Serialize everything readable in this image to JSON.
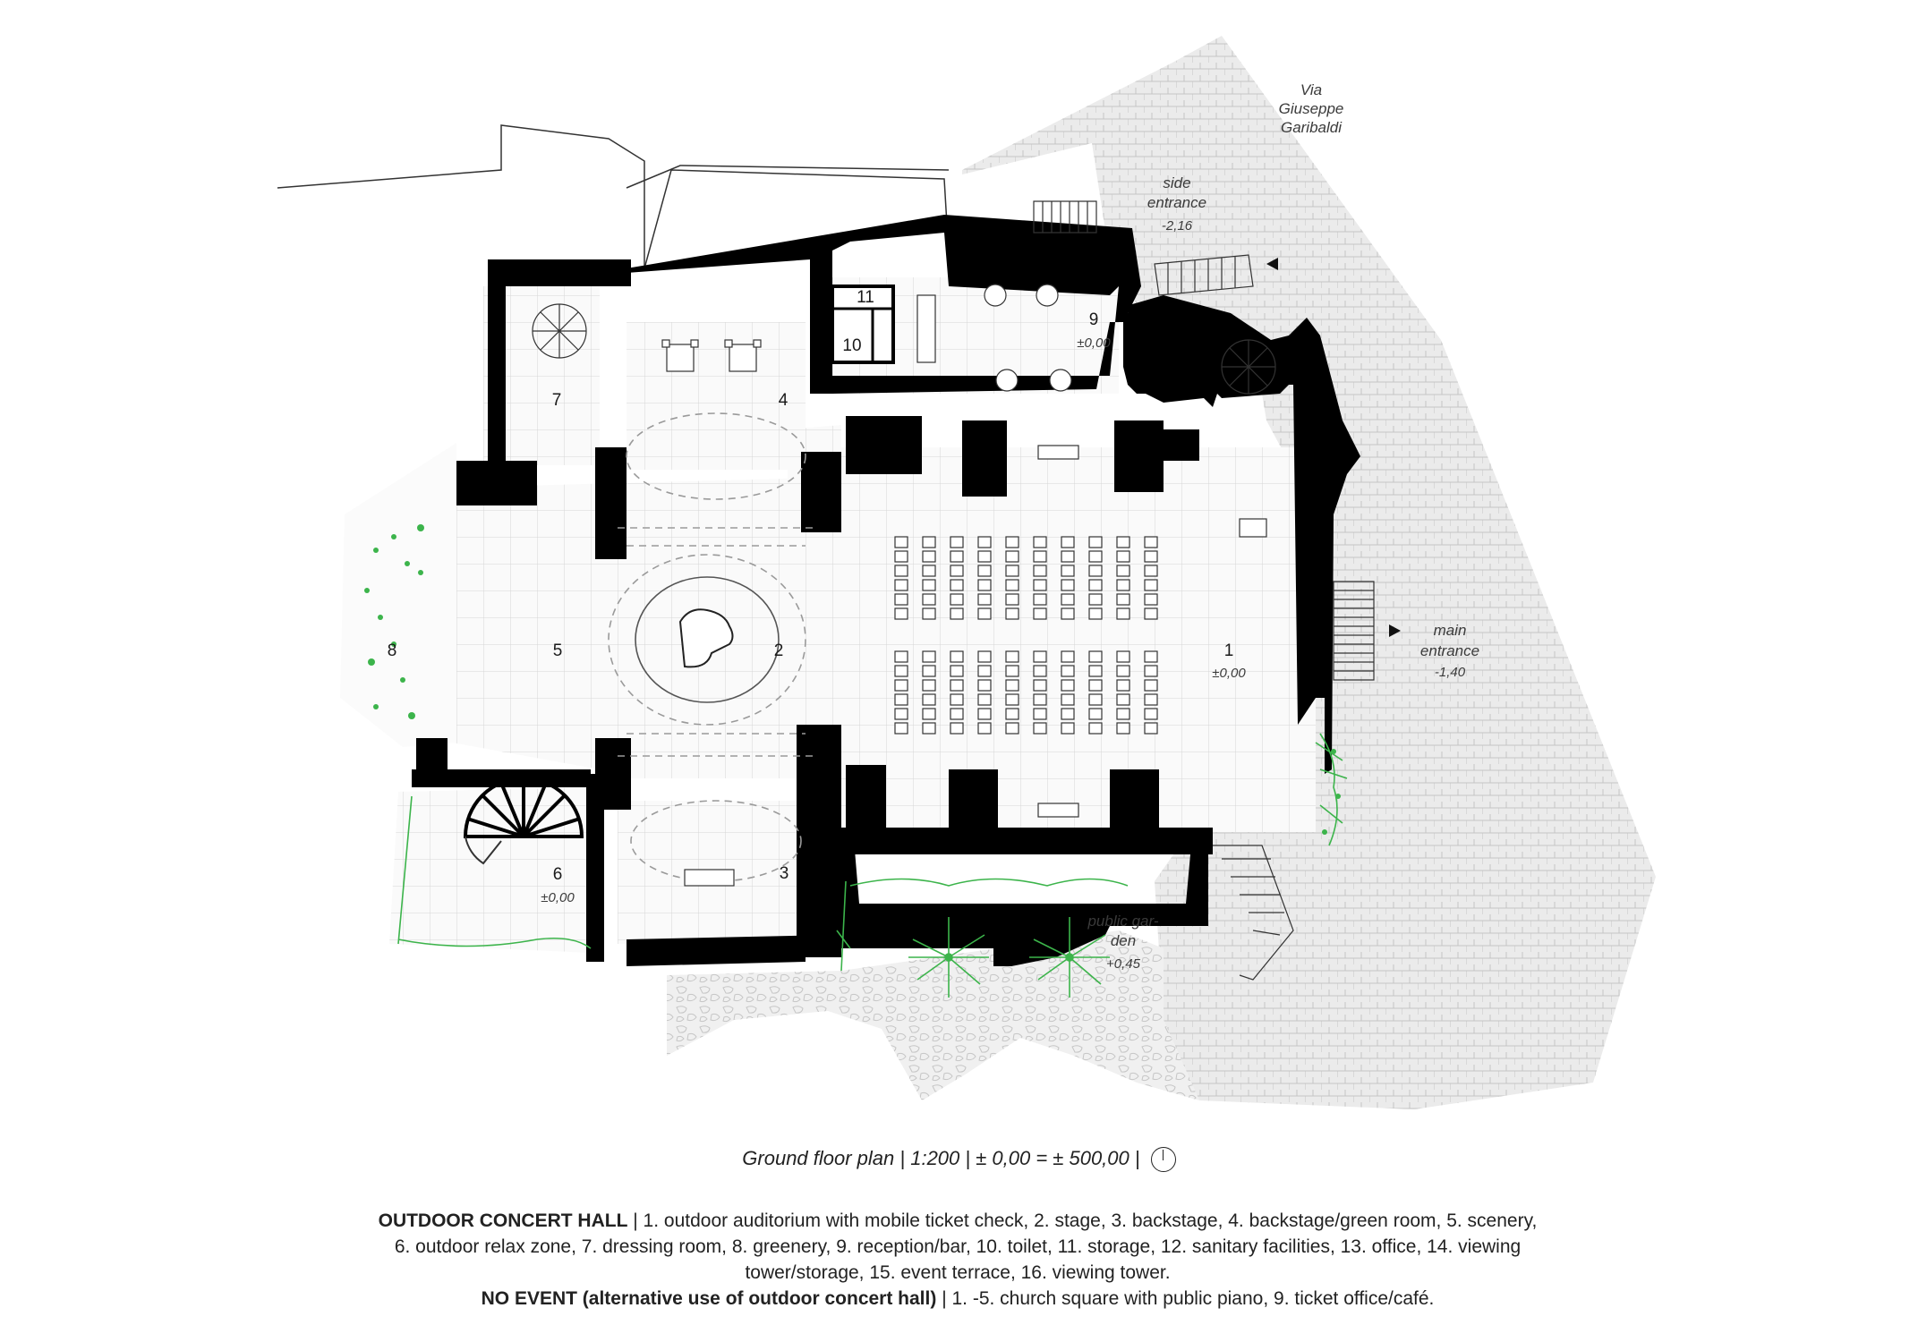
{
  "street": {
    "line1": "Via",
    "line2": "Giuseppe",
    "line3": "Garibaldi"
  },
  "side_entrance": {
    "line1": "side",
    "line2": "entrance",
    "level": "-2,16"
  },
  "main_entrance": {
    "line1": "main",
    "line2": "entrance",
    "level": "-1,40"
  },
  "public_garden": {
    "line1": "public gar-",
    "line2": "den",
    "level": "+0,45"
  },
  "rooms": [
    {
      "num": "1",
      "level": "±0,00"
    },
    {
      "num": "2"
    },
    {
      "num": "3"
    },
    {
      "num": "4"
    },
    {
      "num": "5"
    },
    {
      "num": "6",
      "level": "±0,00"
    },
    {
      "num": "7"
    },
    {
      "num": "8"
    },
    {
      "num": "9",
      "level": "±0,00"
    },
    {
      "num": "10"
    },
    {
      "num": "11"
    }
  ],
  "caption": {
    "text": "Ground floor plan | 1:200 | ± 0,00 = ± 500,00 |",
    "icon": "north-arrow-icon"
  },
  "legend": {
    "heading1": "OUTDOOR CONCERT HALL",
    "text1": " | 1. outdoor auditorium with mobile ticket check, 2. stage, 3. backstage, 4. backstage/green room, 5. scenery, 6. outdoor relax zone, 7. dressing room, 8. greenery, 9. reception/bar, 10. toilet, 11. storage, 12. sanitary facilities, 13. office, 14. viewing tower/storage, 15. event terrace, 16. viewing tower.",
    "heading2": "NO EVENT (alternative use of outdoor concert hall)",
    "text2": " | 1. -5. church square with public piano, 9. ticket office/café."
  },
  "colors": {
    "wall": "#000000",
    "paving": "#e6e6e6",
    "grid": "#d4d4d4",
    "green": "#3cb44b"
  }
}
